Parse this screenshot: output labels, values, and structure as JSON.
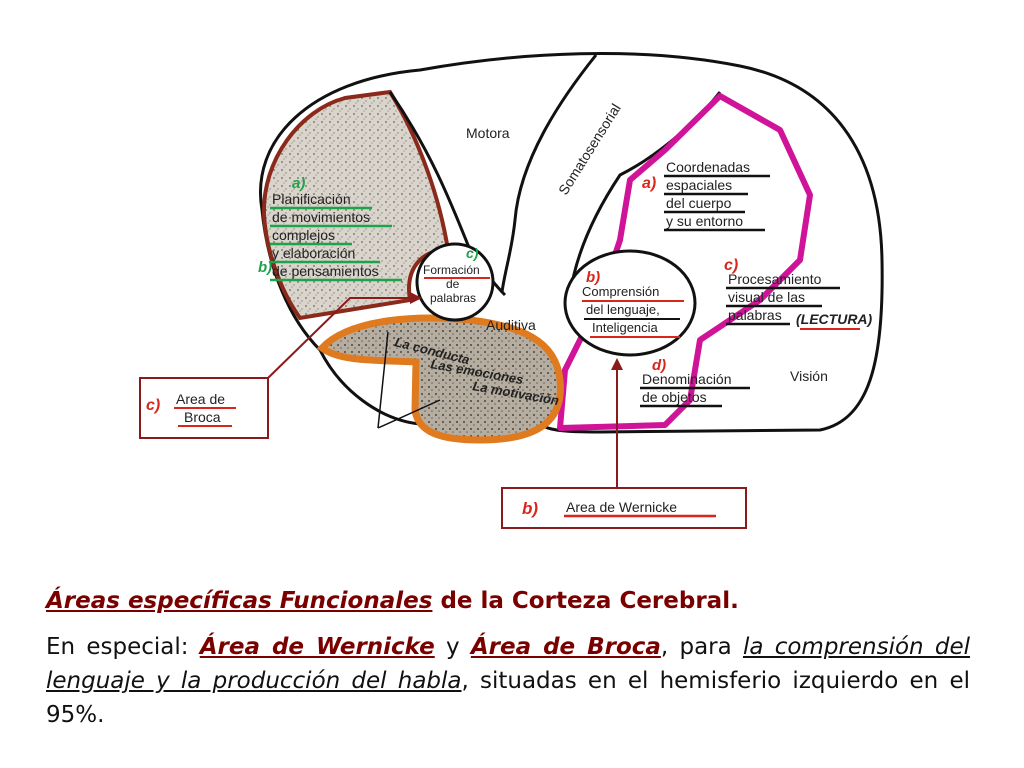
{
  "diagram": {
    "regions": {
      "motora": "Motora",
      "somatosensorial": "Somatosensorial",
      "auditiva": "Auditiva",
      "vision": "Visión"
    },
    "frontal": {
      "marker": "a)",
      "marker_b": "b)",
      "lines": [
        "Planificación",
        "de movimientos",
        "complejos",
        "y elaboración",
        "de pensamientos"
      ]
    },
    "formacion": {
      "marker": "c)",
      "lines": [
        "Formación",
        "de",
        "palabras"
      ]
    },
    "coordenadas": {
      "marker": "a)",
      "lines": [
        "Coordenadas",
        "espaciales",
        "del cuerpo",
        "y su entorno"
      ]
    },
    "comprension": {
      "marker": "b)",
      "lines": [
        "Comprensión",
        "del lenguaje,",
        "Inteligencia"
      ]
    },
    "procesamiento": {
      "marker": "c)",
      "lines": [
        "Procesamiento",
        "visual de las",
        "palabras"
      ],
      "lectura": "(LECTURA)"
    },
    "denominacion": {
      "marker": "d)",
      "lines": [
        "Denominación",
        "de objetos"
      ]
    },
    "temporal": {
      "lines": [
        "La conducta",
        "Las emociones",
        "La motivación"
      ]
    },
    "broca_box": {
      "marker": "c)",
      "lines": [
        "Area de",
        "Broca"
      ]
    },
    "wernicke_box": {
      "marker": "b)",
      "label": "Area de Wernicke"
    },
    "colors": {
      "outline": "#111111",
      "frontal_border": "#8b2a1a",
      "temporal_fill": "#e07a1f",
      "parietal_border": "#d0149a",
      "green_underline": "#1fa34a",
      "red_mark": "#d8261b",
      "dark_red_box": "#8b1a1a"
    }
  },
  "caption": {
    "title_underlined": "Áreas específicas Funcionales",
    "title_rest": " de la Corteza Cerebral.",
    "body_start": "En especial: ",
    "wernicke": "Área de Wernicke",
    "y": " y ",
    "broca": "Área de Broca",
    "comma": ", para ",
    "comprension": "la comprensión del lenguaje y la producción del habla",
    "body_end": ", situadas en el hemisferio izquierdo en el 95%."
  }
}
